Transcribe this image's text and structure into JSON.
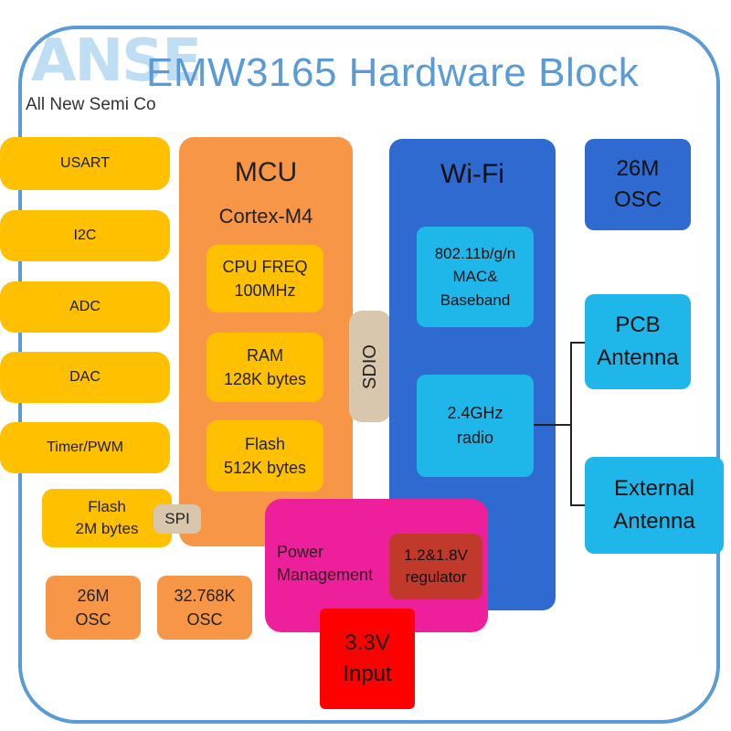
{
  "header": {
    "logo_text": "ANSE",
    "company": "All New Semi Co",
    "title": "EMW3165 Hardware Block"
  },
  "peripherals": {
    "usart": "USART",
    "i2c": "I2C",
    "adc": "ADC",
    "dac": "DAC",
    "timer": "Timer/PWM",
    "flash_line1": "Flash",
    "flash_line2": "2M bytes",
    "spi": "SPI"
  },
  "mcu": {
    "title": "MCU",
    "subtitle": "Cortex-M4",
    "cpu_line1": "CPU FREQ",
    "cpu_line2": "100MHz",
    "ram_line1": "RAM",
    "ram_line2": "128K bytes",
    "flash_line1": "Flash",
    "flash_line2": "512K bytes"
  },
  "sdio": "SDIO",
  "wifi": {
    "title": "Wi-Fi",
    "mac_line1": "802.11b/g/n",
    "mac_line2": "MAC&",
    "mac_line3": "Baseband",
    "radio_line1": "2.4GHz",
    "radio_line2": "radio"
  },
  "osc_top": {
    "line1": "26M",
    "line2": "OSC"
  },
  "pcb_antenna": {
    "line1": "PCB",
    "line2": "Antenna"
  },
  "external_antenna": {
    "line1": "External",
    "line2": "Antenna"
  },
  "osc_26m": {
    "line1": "26M",
    "line2": "OSC"
  },
  "osc_32k": {
    "line1": "32.768K",
    "line2": "OSC"
  },
  "power": {
    "line1": "Power",
    "line2": "Management",
    "reg_line1": "1.2&1.8V",
    "reg_line2": "regulator"
  },
  "input": {
    "line1": "3.3V",
    "line2": "Input"
  },
  "colors": {
    "frame": "#5b9bd5",
    "peripheral": "#ffc000",
    "mcu": "#f79646",
    "wifi": "#2f6ad0",
    "cyan": "#1fb7ea",
    "power": "#ee1f9a",
    "regulator": "#c0392b",
    "input": "#ff0000",
    "connector": "#d9c7ad"
  }
}
